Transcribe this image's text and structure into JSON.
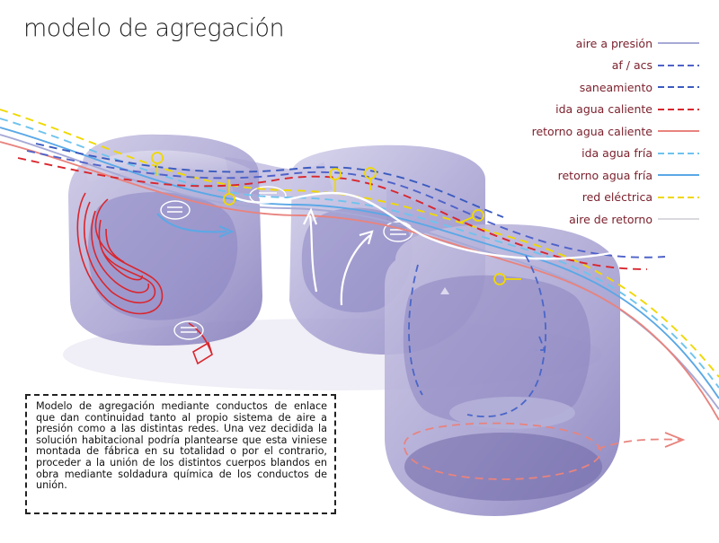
{
  "title": "modelo de agregación",
  "legend": [
    {
      "label": "aire a presión",
      "color": "#a7a9d6",
      "dash": "solid"
    },
    {
      "label": "af / acs",
      "color": "#4f62c9",
      "dash": "dashed"
    },
    {
      "label": "saneamiento",
      "color": "#3b5bbf",
      "dash": "dashed"
    },
    {
      "label": "ida agua caliente",
      "color": "#d9262e",
      "dash": "dashed"
    },
    {
      "label": "retorno agua caliente",
      "color": "#e8837e",
      "dash": "solid"
    },
    {
      "label": "ida agua fría",
      "color": "#6ec3ee",
      "dash": "dashed"
    },
    {
      "label": "retorno agua fría",
      "color": "#5aa8e6",
      "dash": "solid"
    },
    {
      "label": "red eléctrica",
      "color": "#f0d800",
      "dash": "dashed"
    },
    {
      "label": "aire de retorno",
      "color": "#d9d9de",
      "dash": "solid"
    }
  ],
  "description": "Modelo de agregación mediante conductos de enlace que dan continuidad tanto al propio sistema de aire a presión como a las distintas redes. Una vez decidida la solución habitacional podría plantearse que esta viniese montada de fábrica en su totalidad o por el contrario, proceder a la unión de los distintos cuerpos blandos en obra mediante soldadura química de los conductos de unión."
}
